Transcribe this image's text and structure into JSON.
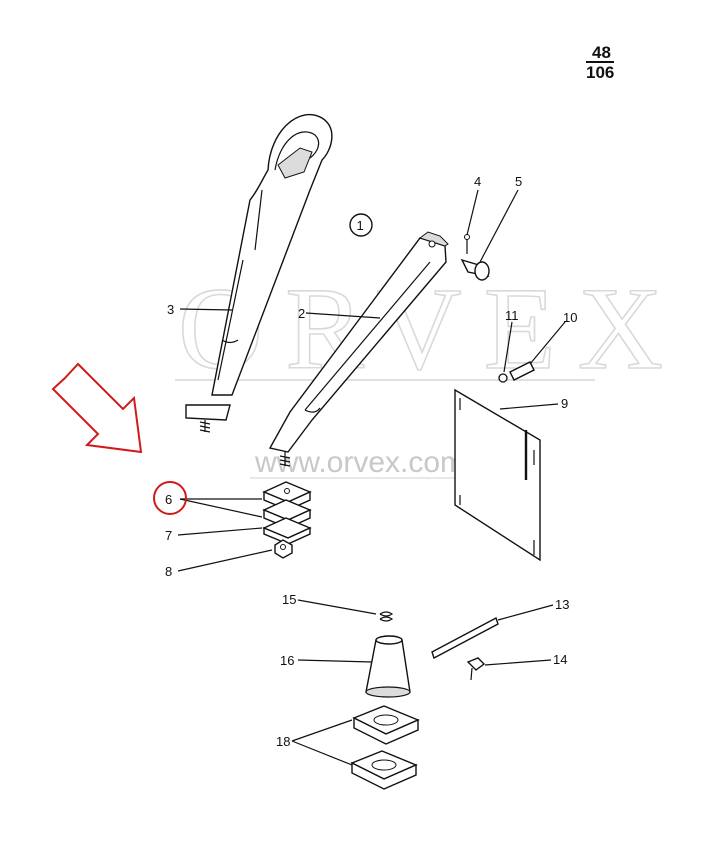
{
  "page_ref": {
    "top": "48",
    "bottom": "106"
  },
  "view_marker": "1",
  "watermark": {
    "brand": "ORVEX",
    "url": "www.orvex.com"
  },
  "highlight": {
    "color": "#d21a1a",
    "callout": "6"
  },
  "callouts": {
    "c2": "2",
    "c3": "3",
    "c4": "4",
    "c5": "5",
    "c6": "6",
    "c7": "7",
    "c8": "8",
    "c9": "9",
    "c10": "10",
    "c11": "11",
    "c13": "13",
    "c14": "14",
    "c15": "15",
    "c16": "16",
    "c18": "18"
  }
}
